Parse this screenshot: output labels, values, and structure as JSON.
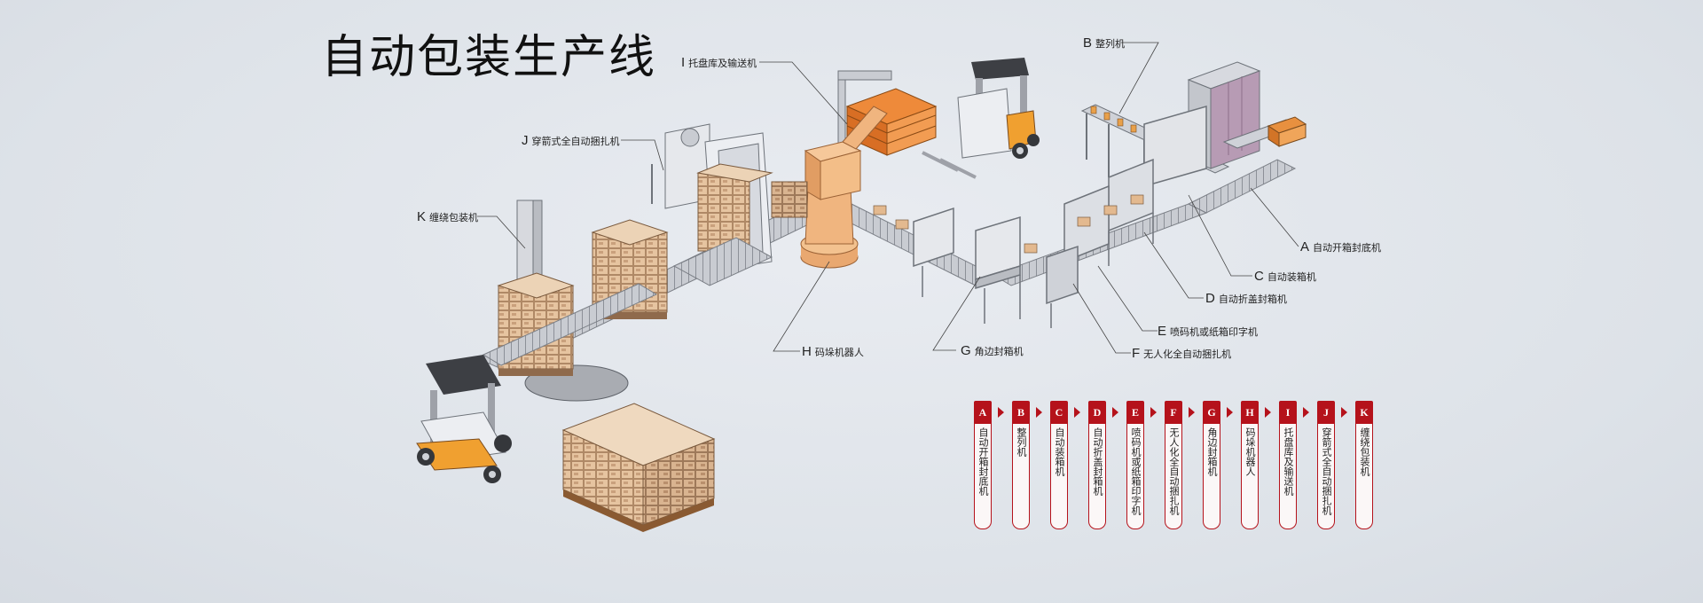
{
  "title": "自动包装生产线",
  "callouts": {
    "A": {
      "letter": "A",
      "name": "自动开箱封底机"
    },
    "B": {
      "letter": "B",
      "name": "整列机"
    },
    "C": {
      "letter": "C",
      "name": "自动装箱机"
    },
    "D": {
      "letter": "D",
      "name": "自动折盖封箱机"
    },
    "E": {
      "letter": "E",
      "name": "喷码机或纸箱印字机"
    },
    "F": {
      "letter": "F",
      "name": "无人化全自动捆扎机"
    },
    "G": {
      "letter": "G",
      "name": "角边封箱机"
    },
    "H": {
      "letter": "H",
      "name": "码垛机器人"
    },
    "I": {
      "letter": "I",
      "name": "托盘库及输送机"
    },
    "J": {
      "letter": "J",
      "name": "穿箭式全自动捆扎机"
    },
    "K": {
      "letter": "K",
      "name": "缠绕包装机"
    }
  },
  "process": [
    {
      "letter": "A",
      "name": "自动开箱封底机"
    },
    {
      "letter": "B",
      "name": "整列机"
    },
    {
      "letter": "C",
      "name": "自动装箱机"
    },
    {
      "letter": "D",
      "name": "自动折盖封箱机"
    },
    {
      "letter": "E",
      "name": "喷码机或纸箱印字机"
    },
    {
      "letter": "F",
      "name": "无人化全自动捆扎机"
    },
    {
      "letter": "G",
      "name": "角边封箱机"
    },
    {
      "letter": "H",
      "name": "码垛机器人"
    },
    {
      "letter": "I",
      "name": "托盘库及输送机"
    },
    {
      "letter": "J",
      "name": "穿箭式全自动捆扎机"
    },
    {
      "letter": "K",
      "name": "缠绕包装机"
    }
  ],
  "colors": {
    "accent": "#b5121b",
    "machine_orange": "#e8732a",
    "robot_tan": "#f0b57f",
    "box": "#e8c9a8"
  }
}
